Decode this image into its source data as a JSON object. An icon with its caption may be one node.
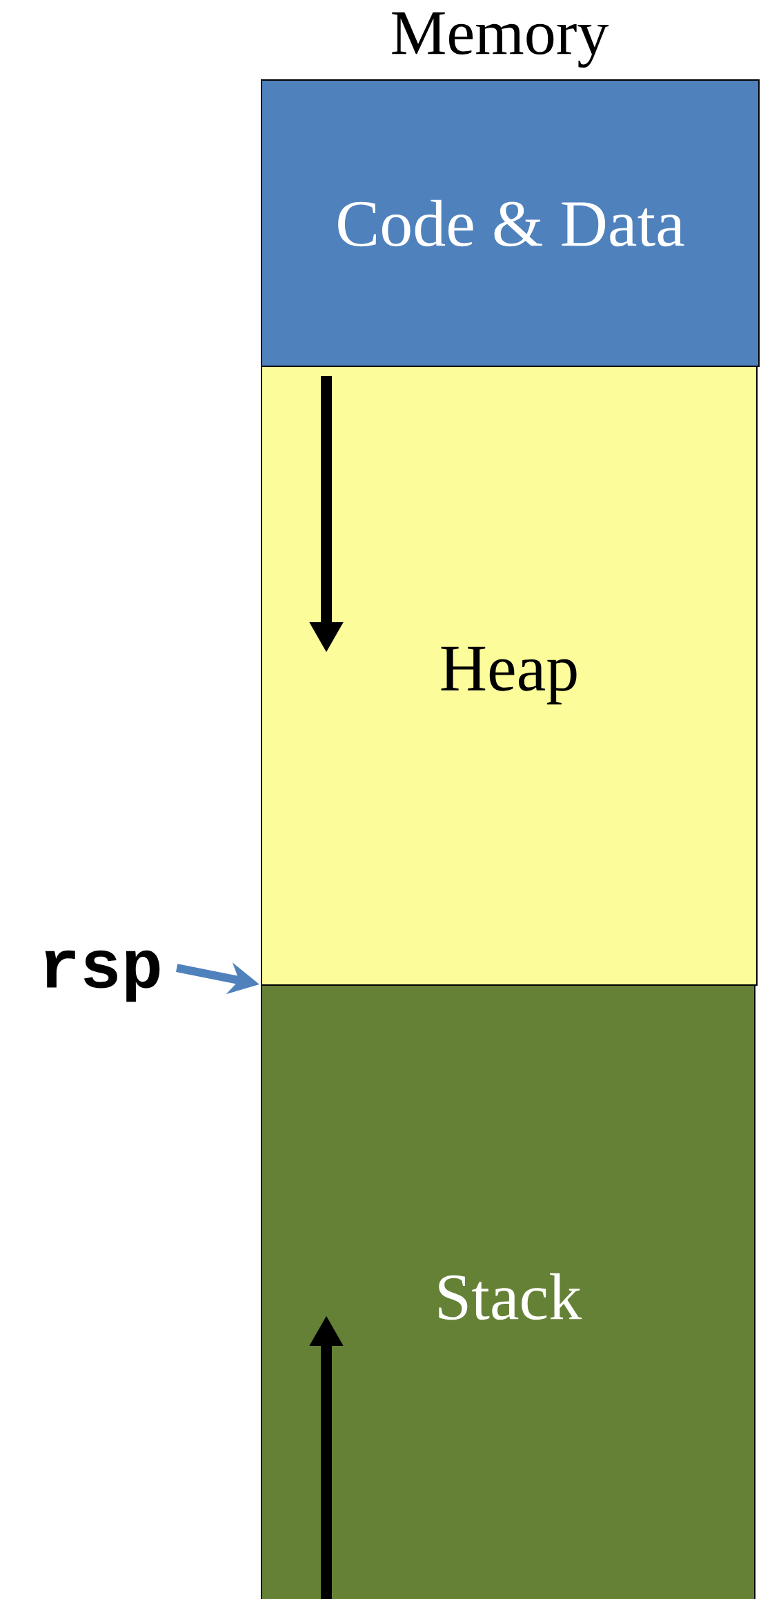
{
  "diagram": {
    "title": "Memory",
    "nodes": [
      {
        "text": [
          "Code & Data"
        ]
      },
      {
        "text": [
          "Heap"
        ]
      },
      {
        "text": [
          "Stack"
        ]
      },
      {
        "text": [
          "rsp"
        ]
      }
    ],
    "edges": [
      {
        "from": 3,
        "to": 2,
        "arrow": "to",
        "color": "#4f81bd"
      }
    ]
  }
}
